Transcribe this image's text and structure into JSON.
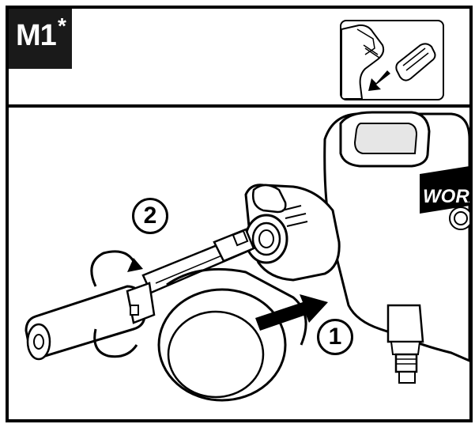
{
  "header": {
    "badge_label": "M1",
    "badge_mark": "*",
    "inset_icon": "battery-insert-icon"
  },
  "illustration": {
    "brand": "WORX",
    "steps": [
      {
        "number": "1",
        "action": "push"
      },
      {
        "number": "2",
        "action": "twist"
      }
    ]
  },
  "colors": {
    "line": "#000000",
    "background": "#ffffff",
    "badge": "#1a1a1a"
  }
}
